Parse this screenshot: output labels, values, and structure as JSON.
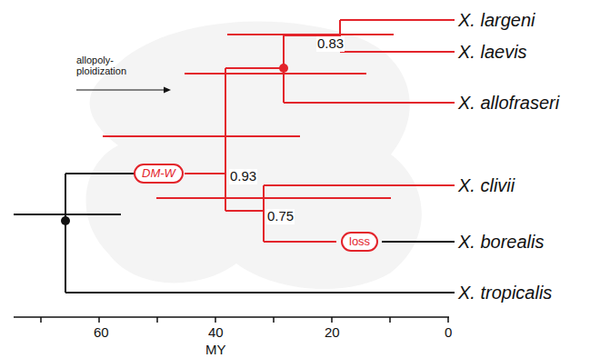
{
  "diagram": {
    "nodes": [
      {
        "text": [
          "DM-W"
        ]
      },
      {
        "text": [
          "loss"
        ]
      }
    ],
    "labels": [
      "X. largeni",
      "X. laevis",
      "X. allofraseri",
      "X. clivii",
      "X. borealis",
      "X. tropicalis",
      "0.83",
      "0.93",
      "0.75",
      "allopoly- ploidization",
      "60",
      "40",
      "20",
      "0",
      "MY"
    ]
  }
}
